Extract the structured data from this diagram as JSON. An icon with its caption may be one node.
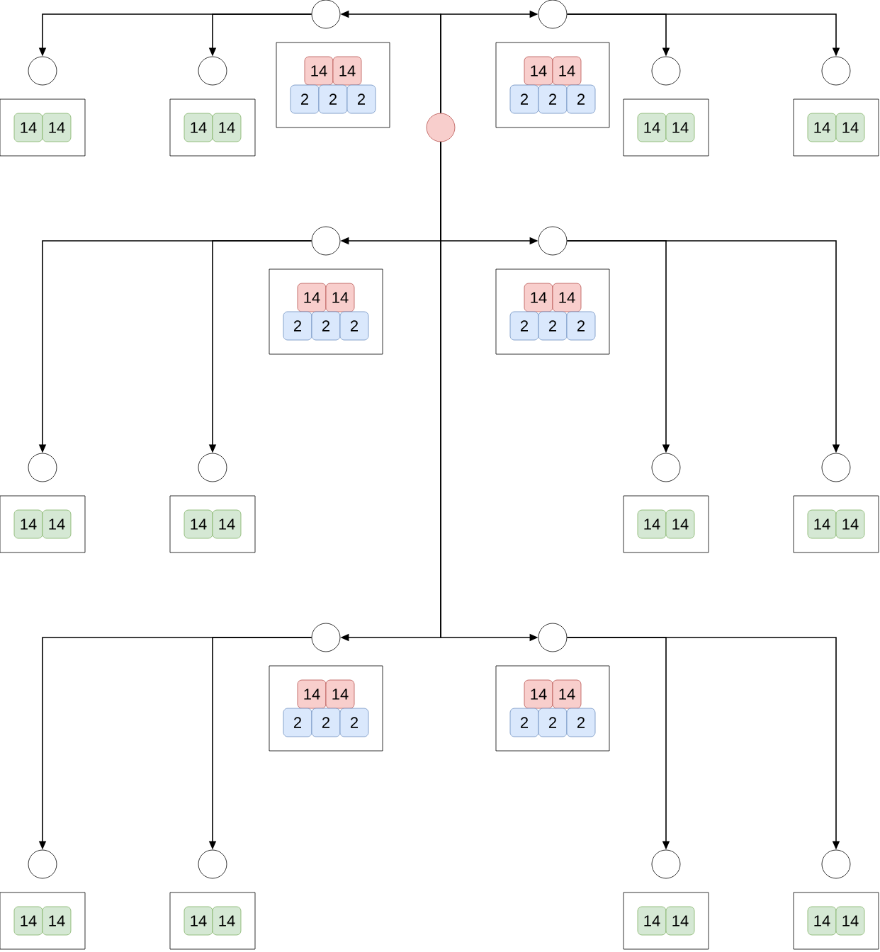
{
  "diagram": {
    "nodes": [
      {
        "text": [],
        "shape": "circle"
      },
      {
        "text": [],
        "shape": "circle"
      },
      {
        "text": [],
        "shape": "box"
      },
      {
        "text": [
          "14"
        ],
        "in": 2
      },
      {
        "text": [
          "14"
        ],
        "in": 2
      },
      {
        "text": [
          "2"
        ],
        "in": 2
      },
      {
        "text": [
          "2"
        ],
        "in": 2
      },
      {
        "text": [
          "2"
        ],
        "in": 2
      },
      {
        "text": [],
        "shape": "circle"
      },
      {
        "text": [],
        "shape": "box"
      },
      {
        "text": [
          "14"
        ],
        "in": 9
      },
      {
        "text": [
          "14"
        ],
        "in": 9
      },
      {
        "text": [],
        "shape": "circle"
      },
      {
        "text": [],
        "shape": "box"
      },
      {
        "text": [
          "14"
        ],
        "in": 13
      },
      {
        "text": [
          "14"
        ],
        "in": 13
      },
      {
        "text": [],
        "shape": "circle"
      },
      {
        "text": [],
        "shape": "box"
      },
      {
        "text": [
          "14"
        ],
        "in": 17
      },
      {
        "text": [
          "14"
        ],
        "in": 17
      },
      {
        "text": [
          "2"
        ],
        "in": 17
      },
      {
        "text": [
          "2"
        ],
        "in": 17
      },
      {
        "text": [
          "2"
        ],
        "in": 17
      },
      {
        "text": [],
        "shape": "circle"
      },
      {
        "text": [],
        "shape": "box"
      },
      {
        "text": [
          "14"
        ],
        "in": 24
      },
      {
        "text": [
          "14"
        ],
        "in": 24
      },
      {
        "text": [],
        "shape": "circle"
      },
      {
        "text": [],
        "shape": "box"
      },
      {
        "text": [
          "14"
        ],
        "in": 28
      },
      {
        "text": [
          "14"
        ],
        "in": 28
      },
      {
        "text": [],
        "shape": "circle"
      },
      {
        "text": [],
        "shape": "box"
      },
      {
        "text": [
          "14"
        ],
        "in": 32
      },
      {
        "text": [
          "14"
        ],
        "in": 32
      },
      {
        "text": [
          "2"
        ],
        "in": 32
      },
      {
        "text": [
          "2"
        ],
        "in": 32
      },
      {
        "text": [
          "2"
        ],
        "in": 32
      },
      {
        "text": [],
        "shape": "circle"
      },
      {
        "text": [],
        "shape": "box"
      },
      {
        "text": [
          "14"
        ],
        "in": 39
      },
      {
        "text": [
          "14"
        ],
        "in": 39
      },
      {
        "text": [],
        "shape": "circle"
      },
      {
        "text": [],
        "shape": "box"
      },
      {
        "text": [
          "14"
        ],
        "in": 43
      },
      {
        "text": [
          "14"
        ],
        "in": 43
      },
      {
        "text": [],
        "shape": "circle"
      },
      {
        "text": [],
        "shape": "box"
      },
      {
        "text": [
          "14"
        ],
        "in": 47
      },
      {
        "text": [
          "14"
        ],
        "in": 47
      },
      {
        "text": [
          "2"
        ],
        "in": 47
      },
      {
        "text": [
          "2"
        ],
        "in": 47
      },
      {
        "text": [
          "2"
        ],
        "in": 47
      },
      {
        "text": [],
        "shape": "circle"
      },
      {
        "text": [],
        "shape": "box"
      },
      {
        "text": [
          "14"
        ],
        "in": 54
      },
      {
        "text": [
          "14"
        ],
        "in": 54
      },
      {
        "text": [],
        "shape": "circle"
      },
      {
        "text": [],
        "shape": "box"
      },
      {
        "text": [
          "14"
        ],
        "in": 58
      },
      {
        "text": [
          "14"
        ],
        "in": 58
      },
      {
        "text": [],
        "shape": "circle"
      },
      {
        "text": [],
        "shape": "box"
      },
      {
        "text": [
          "14"
        ],
        "in": 62
      },
      {
        "text": [
          "14"
        ],
        "in": 62
      },
      {
        "text": [
          "2"
        ],
        "in": 62
      },
      {
        "text": [
          "2"
        ],
        "in": 62
      },
      {
        "text": [
          "2"
        ],
        "in": 62
      },
      {
        "text": [],
        "shape": "circle"
      },
      {
        "text": [],
        "shape": "box"
      },
      {
        "text": [
          "14"
        ],
        "in": 69
      },
      {
        "text": [
          "14"
        ],
        "in": 69
      },
      {
        "text": [],
        "shape": "circle"
      },
      {
        "text": [],
        "shape": "box"
      },
      {
        "text": [
          "14"
        ],
        "in": 73
      },
      {
        "text": [
          "14"
        ],
        "in": 73
      },
      {
        "text": [],
        "shape": "circle"
      },
      {
        "text": [],
        "shape": "box"
      },
      {
        "text": [
          "14"
        ],
        "in": 77
      },
      {
        "text": [
          "14"
        ],
        "in": 77
      },
      {
        "text": [
          "2"
        ],
        "in": 77
      },
      {
        "text": [
          "2"
        ],
        "in": 77
      },
      {
        "text": [
          "2"
        ],
        "in": 77
      },
      {
        "text": [],
        "shape": "circle"
      },
      {
        "text": [],
        "shape": "box"
      },
      {
        "text": [
          "14"
        ],
        "in": 84
      },
      {
        "text": [
          "14"
        ],
        "in": 84
      },
      {
        "text": [],
        "shape": "circle"
      },
      {
        "text": [],
        "shape": "box"
      },
      {
        "text": [
          "14"
        ],
        "in": 88
      },
      {
        "text": [
          "14"
        ],
        "in": 88
      }
    ],
    "edges": [
      {
        "from": 0,
        "to": 1,
        "arrow": "to"
      },
      {
        "from": 0,
        "to": 16,
        "arrow": "to"
      },
      {
        "from": 0,
        "to": 31,
        "arrow": "to"
      },
      {
        "from": 0,
        "to": 46,
        "arrow": "to"
      },
      {
        "from": 0,
        "to": 61,
        "arrow": "to"
      },
      {
        "from": 0,
        "to": 76,
        "arrow": "to"
      },
      {
        "from": 1,
        "to": 8,
        "arrow": "to"
      },
      {
        "from": 1,
        "to": 12,
        "arrow": "to"
      },
      {
        "from": 16,
        "to": 23,
        "arrow": "to"
      },
      {
        "from": 16,
        "to": 27,
        "arrow": "to"
      },
      {
        "from": 31,
        "to": 38,
        "arrow": "to"
      },
      {
        "from": 31,
        "to": 42,
        "arrow": "to"
      },
      {
        "from": 46,
        "to": 53,
        "arrow": "to"
      },
      {
        "from": 46,
        "to": 57,
        "arrow": "to"
      },
      {
        "from": 61,
        "to": 68,
        "arrow": "to"
      },
      {
        "from": 61,
        "to": 72,
        "arrow": "to"
      },
      {
        "from": 76,
        "to": 83,
        "arrow": "to"
      },
      {
        "from": 76,
        "to": 87,
        "arrow": "to"
      }
    ]
  }
}
